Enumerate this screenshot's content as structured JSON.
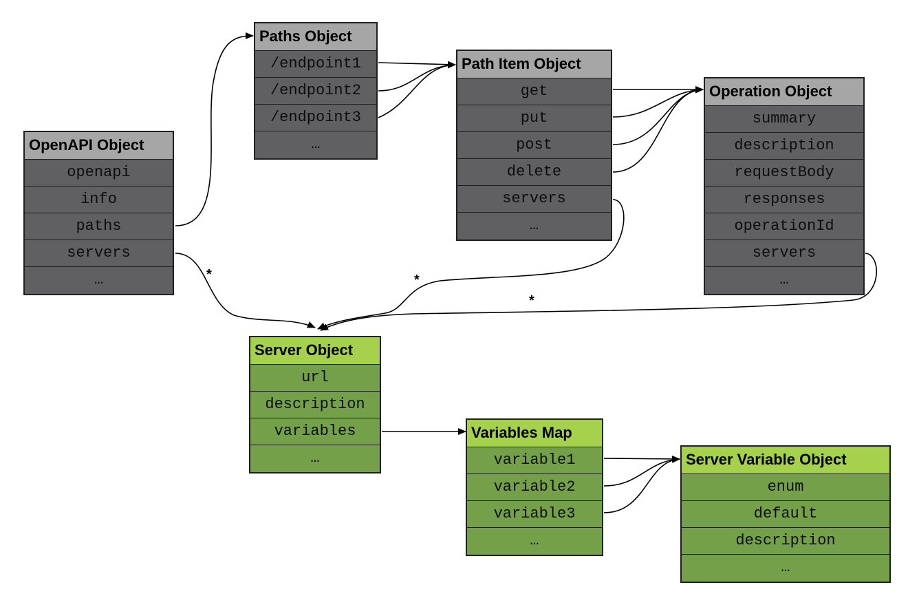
{
  "colors": {
    "object_header": "#a6a6a6",
    "object_row": "#606062",
    "server_header": "#a6d14c",
    "server_row": "#74a04a"
  },
  "boxes": {
    "openapi": {
      "title": "OpenAPI Object",
      "rows": [
        "openapi",
        "info",
        "paths",
        "servers",
        "…"
      ]
    },
    "paths": {
      "title": "Paths Object",
      "rows": [
        "/endpoint1",
        "/endpoint2",
        "/endpoint3",
        "…"
      ]
    },
    "path_item": {
      "title": "Path Item Object",
      "rows": [
        "get",
        "put",
        "post",
        "delete",
        "servers",
        "…"
      ]
    },
    "operation": {
      "title": "Operation Object",
      "rows": [
        "summary",
        "description",
        "requestBody",
        "responses",
        "operationId",
        "servers",
        "…"
      ]
    },
    "server": {
      "title": "Server Object",
      "rows": [
        "url",
        "description",
        "variables",
        "…"
      ]
    },
    "variables_map": {
      "title": "Variables Map",
      "rows": [
        "variable1",
        "variable2",
        "variable3",
        "…"
      ]
    },
    "server_variable": {
      "title": "Server Variable Object",
      "rows": [
        "enum",
        "default",
        "description",
        "…"
      ]
    }
  },
  "multiplicity": [
    "*",
    "*",
    "*"
  ]
}
